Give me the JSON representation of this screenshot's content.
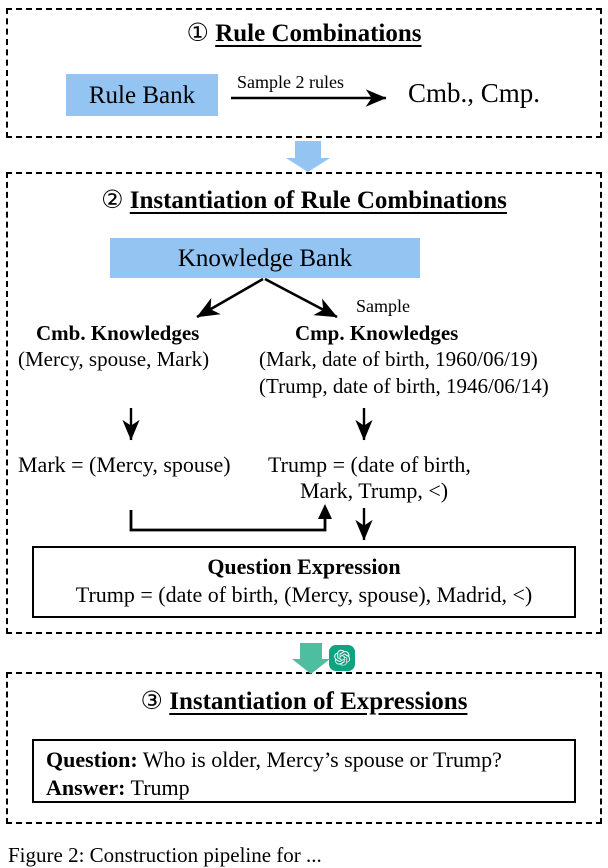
{
  "figure": {
    "caption": "Figure 2:  Construction pipeline for ..."
  },
  "sections": [
    {
      "number": "①",
      "title": "Rule Combinations",
      "source_box": "Rule Bank",
      "edge_label": "Sample 2 rules",
      "output": "Cmb., Cmp."
    },
    {
      "number": "②",
      "title": "Instantiation of Rule Combinations",
      "source_box": "Knowledge Bank",
      "edge_label": "Sample",
      "left_branch": {
        "heading": "Cmb. Knowledges",
        "facts": [
          "(Mercy, spouse, Mark)"
        ],
        "expression": "Mark = (Mercy, spouse)"
      },
      "right_branch": {
        "heading": "Cmp. Knowledges",
        "facts": [
          "(Mark, date of birth, 1960/06/19)",
          "(Trump, date of birth, 1946/06/14)"
        ],
        "expression_line1": "Trump = (date of birth,",
        "expression_line2": "Mark, Trump, <)"
      },
      "question_expression": {
        "title": "Question Expression",
        "body": "Trump = (date of birth, (Mercy, spouse), Madrid, <)"
      }
    },
    {
      "number": "③",
      "title": "Instantiation of Expressions",
      "qa": [
        {
          "label": "Question:",
          "text": "Who is older, Mercy’s spouse or Trump?"
        },
        {
          "label": "Answer:",
          "text": "Trump"
        }
      ]
    }
  ],
  "icons": {
    "blue_down_arrow": "down-arrow-icon",
    "teal_down_arrow": "down-arrow-icon",
    "openai_logo": "openai-logo-icon"
  },
  "colors": {
    "highlight_blue": "#93c4f2",
    "arrow_blue": "#93c4f2",
    "arrow_teal": "#4dbfa0",
    "openai_green": "#10a37f",
    "ink": "#000000",
    "background": "#ffffff"
  }
}
